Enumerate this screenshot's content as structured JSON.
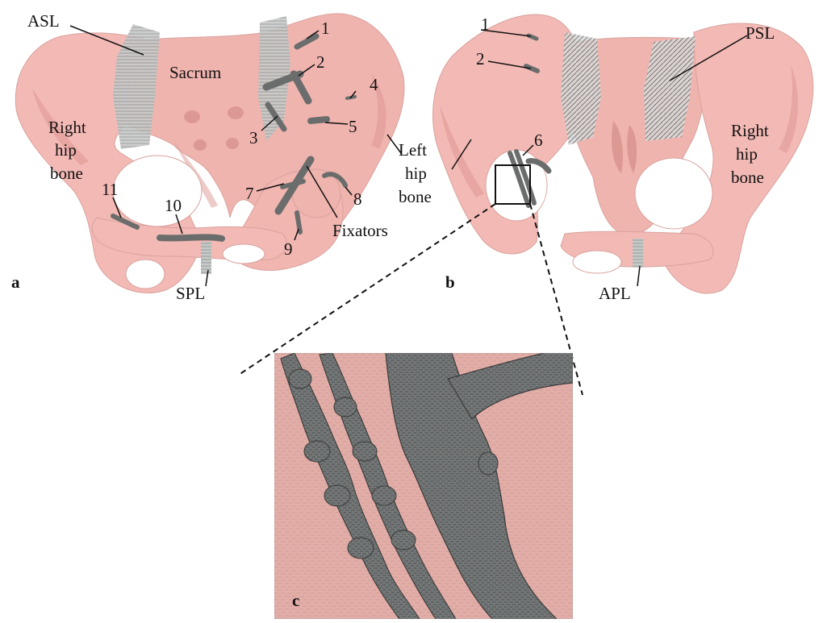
{
  "panels": {
    "a": "a",
    "b": "b",
    "c": "c"
  },
  "labels": {
    "asl": "ASL",
    "psl": "PSL",
    "spl": "SPL",
    "apl": "APL",
    "sacrum": "Sacrum",
    "fixators": "Fixators",
    "right_hip_bone_a": [
      "Right",
      "hip",
      "bone"
    ],
    "left_hip_bone_a": [
      "Left",
      "hip",
      "bone"
    ],
    "right_hip_bone_b": [
      "Right",
      "hip",
      "bone"
    ]
  },
  "fixator_numbers": {
    "a": [
      "1",
      "2",
      "3",
      "4",
      "5",
      "7",
      "8",
      "9",
      "10",
      "11"
    ],
    "b": [
      "1",
      "2",
      "6"
    ]
  },
  "colors": {
    "bone": "#f3b9b5",
    "bone_shade": "#dc9892",
    "bone_outline": "#c98b86",
    "ligament": "#bfc4c3",
    "fixator": "#6b6d6c",
    "fixator_dark": "#4a4c4b",
    "mesh_bg": "#e8b3ad",
    "mesh_metal": "#7f8282"
  }
}
